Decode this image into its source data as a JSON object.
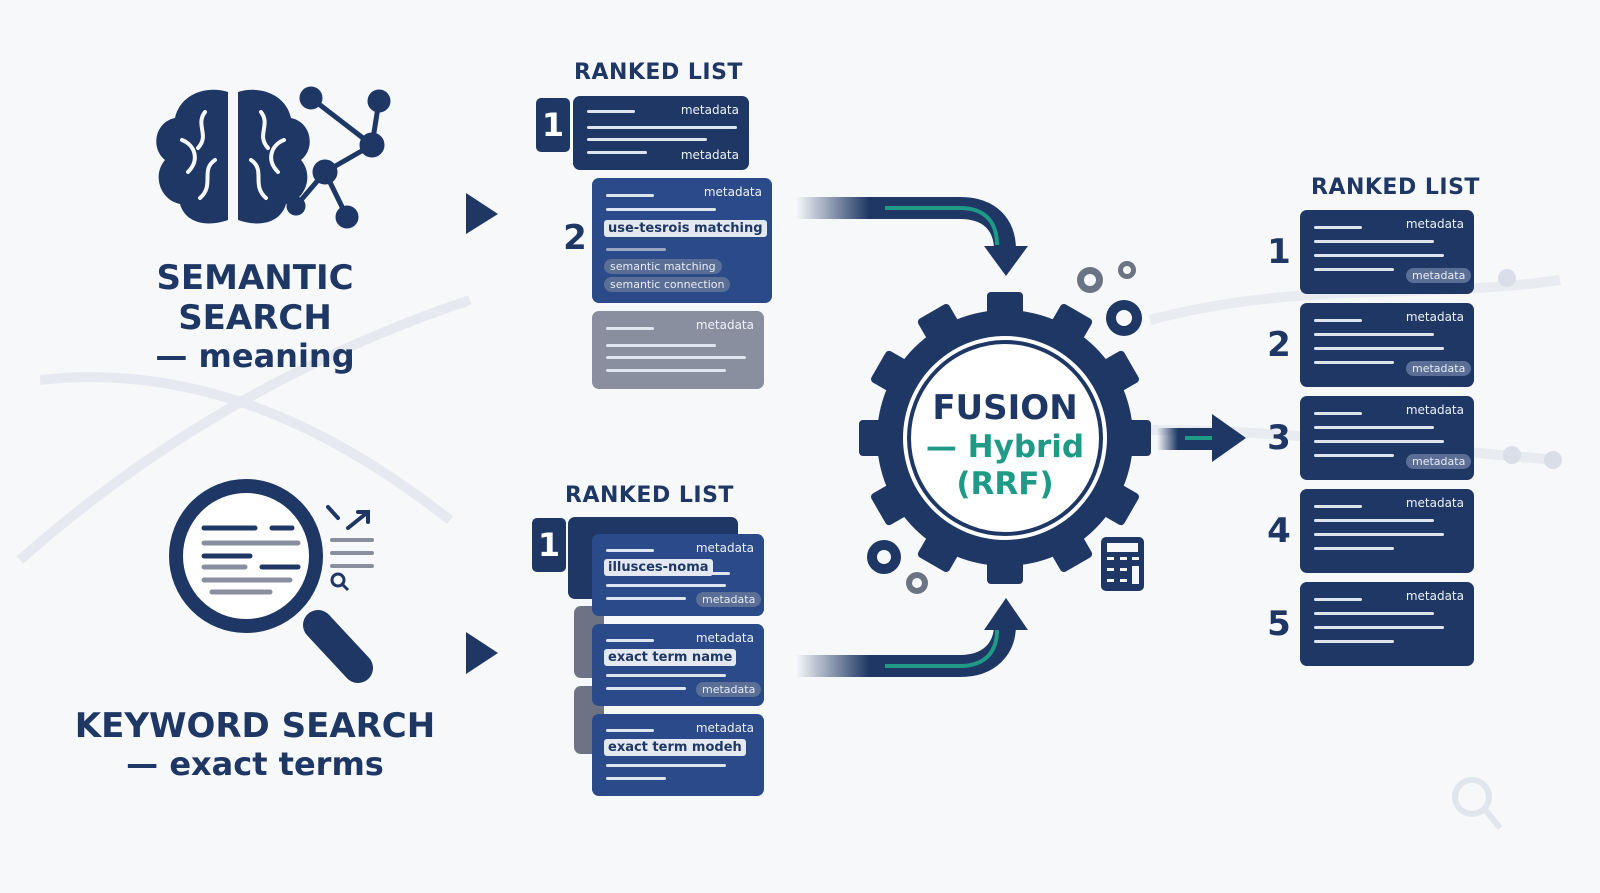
{
  "colors": {
    "navy": "#1e3765",
    "blue": "#2a4a8a",
    "gray": "#8a8fa0",
    "teal": "#1f9a86",
    "background": "#f7f8fa"
  },
  "semantic": {
    "title_line1": "SEMANTIC",
    "title_line2": "SEARCH",
    "subtitle": "— meaning",
    "icons": [
      "brain-icon",
      "network-graph-icon"
    ],
    "list": {
      "heading": "RANKED LIST",
      "cards": [
        {
          "rank": "1",
          "meta_top": "metadata",
          "meta_bottom": "metadata"
        },
        {
          "rank": "2",
          "meta_top": "metadata",
          "chip": "use-tesrois matching",
          "pills": [
            "semantic matching",
            "semantic connection"
          ]
        },
        {
          "rank": "",
          "meta_top": "metadata"
        }
      ]
    }
  },
  "keyword": {
    "title": "KEYWORD SEARCH",
    "subtitle": "— exact terms",
    "icons": [
      "magnifier-document-icon",
      "expand-arrows-icon",
      "small-search-icon"
    ],
    "list": {
      "heading": "RANKED LIST",
      "cards": [
        {
          "rank": "1",
          "meta_top": "metadata",
          "chip": "illusces-noma",
          "pill": "metadata"
        },
        {
          "rank": "",
          "meta_top": "metadata",
          "chip": "exact term name",
          "pill": "metadata"
        },
        {
          "rank": "",
          "meta_top": "metadata",
          "chip": "exact term modeh"
        }
      ]
    }
  },
  "fusion": {
    "line1": "FUSION",
    "line2": "— Hybrid",
    "line3": "(RRF)",
    "icons": [
      "large-gear-icon",
      "small-gears-icon",
      "calculator-icon"
    ]
  },
  "output": {
    "heading": "RANKED LIST",
    "cards": [
      {
        "rank": "1",
        "meta_top": "metadata",
        "pill": "metadata"
      },
      {
        "rank": "2",
        "meta_top": "metadata",
        "pill": "metadata"
      },
      {
        "rank": "3",
        "meta_top": "metadata",
        "pill": "metadata"
      },
      {
        "rank": "4",
        "meta_top": "metadata"
      },
      {
        "rank": "5",
        "meta_top": "metadata"
      }
    ]
  }
}
